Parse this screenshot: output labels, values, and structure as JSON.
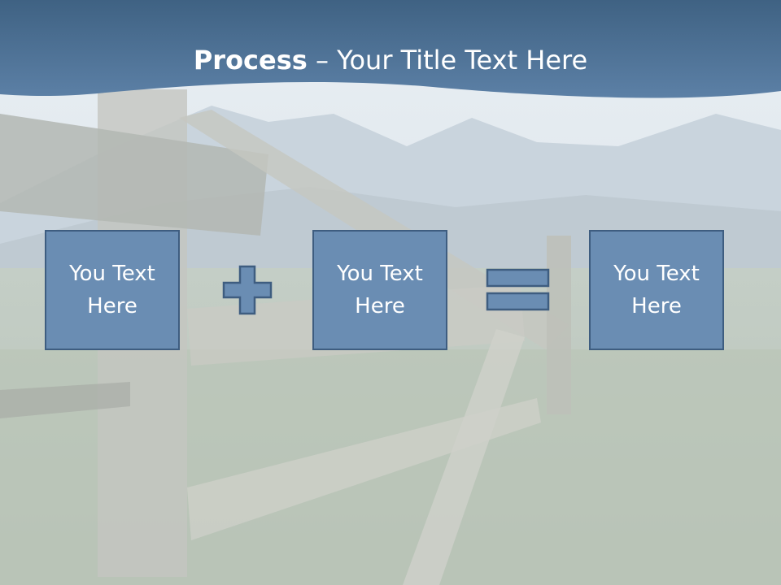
{
  "slide": {
    "title_bold": "Process",
    "title_dash": " – ",
    "title_rest": "Your Title Text Here",
    "colors": {
      "header": "#4a6f94",
      "box_fill": "#6a8db3",
      "box_border": "#3e5d80",
      "text": "#ffffff"
    },
    "boxes": [
      {
        "text": "You Text Here"
      },
      {
        "text": "You Text Here"
      },
      {
        "text": "You Text Here"
      }
    ],
    "operators": [
      {
        "icon": "plus-icon"
      },
      {
        "icon": "equals-icon"
      }
    ]
  }
}
